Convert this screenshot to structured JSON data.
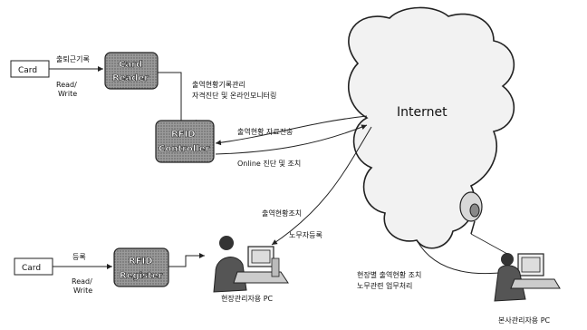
{
  "nodes": {
    "card_top": "Card",
    "card_bottom": "Card",
    "card_reader": [
      "Card",
      "Reader"
    ],
    "rfid_controller": [
      "RFID",
      "Controller"
    ],
    "rfid_register": [
      "RFID",
      "Register"
    ],
    "internet": "Internet",
    "site_pc": "현장관리자용 PC",
    "hq_pc": "본사관리자용 PC"
  },
  "labels": {
    "top_card_action": "출퇴근기록",
    "top_card_rw": [
      "Read/",
      "Write"
    ],
    "reader_to_controller": [
      "출역현황기록관리",
      "자격진단 및 온라인모니터링"
    ],
    "internet_to_controller_1": "출역현황 자료전송",
    "internet_to_controller_2": "Online 진단 및 조치",
    "site_pc_inquiry": "출역현황조치",
    "worker_register": "노무자등록",
    "bottom_card_action": "등록",
    "bottom_card_rw": [
      "Read/",
      "Write"
    ],
    "hq_tasks": [
      "현장별 출역현황 조치",
      "노무관련 업무처리"
    ]
  },
  "colors": {
    "box_fill": "#8a8a8a",
    "line": "#222222",
    "cloud_fill": "#f2f2f2"
  }
}
